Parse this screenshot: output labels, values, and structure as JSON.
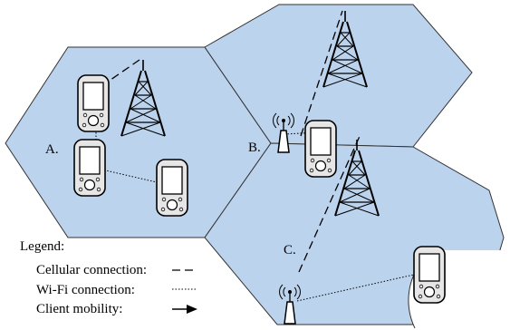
{
  "labels": {
    "a": "A.",
    "b": "B.",
    "c": "C."
  },
  "legend": {
    "title": "Legend:",
    "cellular": "Cellular connection:",
    "wifi": "Wi-Fi connection:",
    "mobility": "Client mobility:"
  },
  "colors": {
    "cell_fill": "#bcd3ee",
    "cell_stroke": "#333333",
    "device_body": "#e6e6e6",
    "screen": "#ffffff",
    "line": "#000000"
  },
  "icons": [
    "cell-tower-icon",
    "wifi-access-point-icon",
    "mobile-device-icon",
    "arrow-right-icon"
  ]
}
